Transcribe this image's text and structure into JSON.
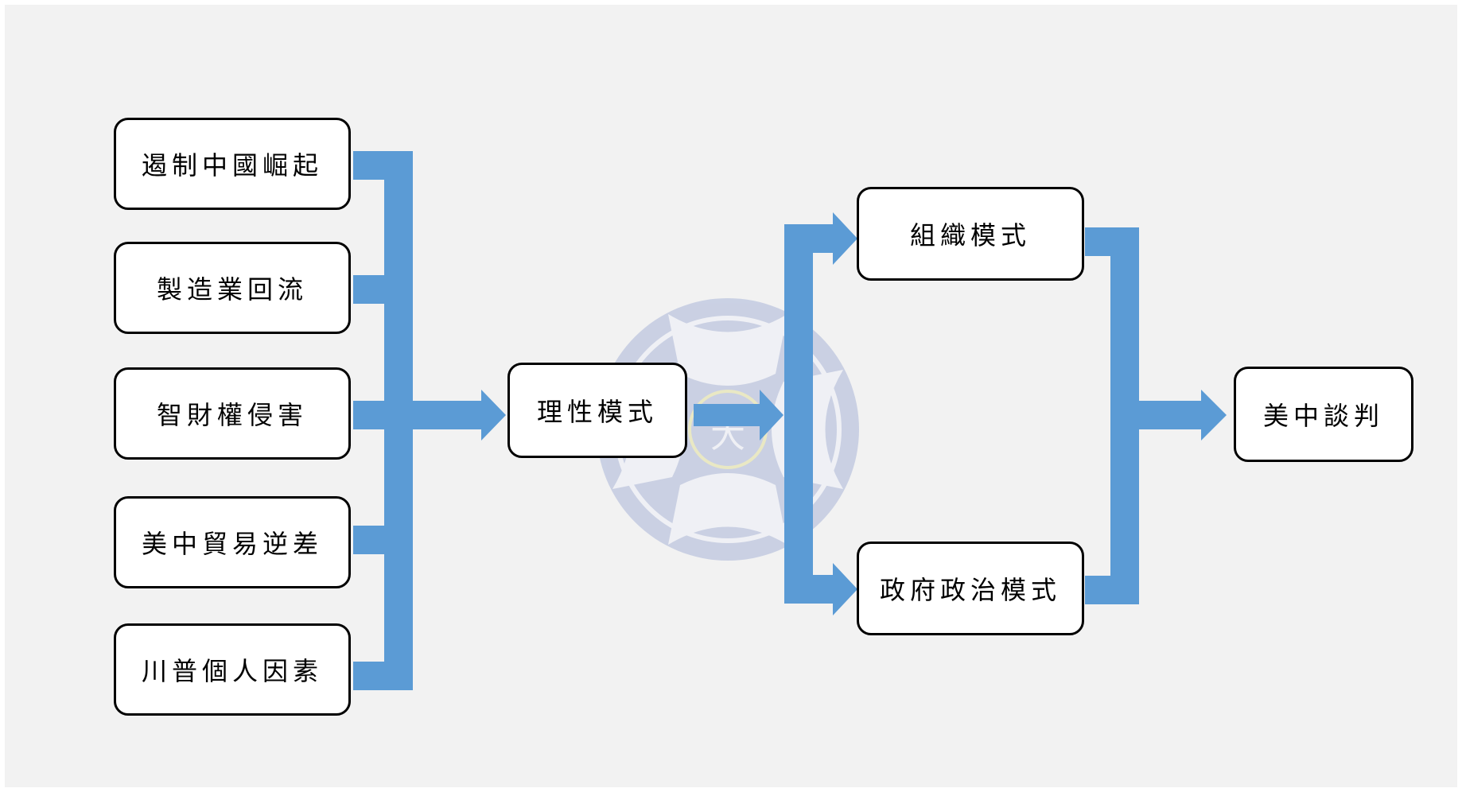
{
  "colors": {
    "background": "#f2f2f2",
    "arrow": "#5b9bd5",
    "box_border": "#000000",
    "box_fill": "#ffffff",
    "watermark": "#b4bedc"
  },
  "factors": [
    {
      "id": "f1",
      "label": "遏制中國崛起"
    },
    {
      "id": "f2",
      "label": "製造業回流"
    },
    {
      "id": "f3",
      "label": "智財權侵害"
    },
    {
      "id": "f4",
      "label": "美中貿易逆差"
    },
    {
      "id": "f5",
      "label": "川普個人因素"
    }
  ],
  "rational_model": {
    "label": "理性模式"
  },
  "organizational_model": {
    "label": "組織模式"
  },
  "government_politics_model": {
    "label": "政府政治模式"
  },
  "outcome": {
    "label": "美中談判"
  },
  "watermark": {
    "icon": "university-seal-watermark",
    "text": "大"
  }
}
